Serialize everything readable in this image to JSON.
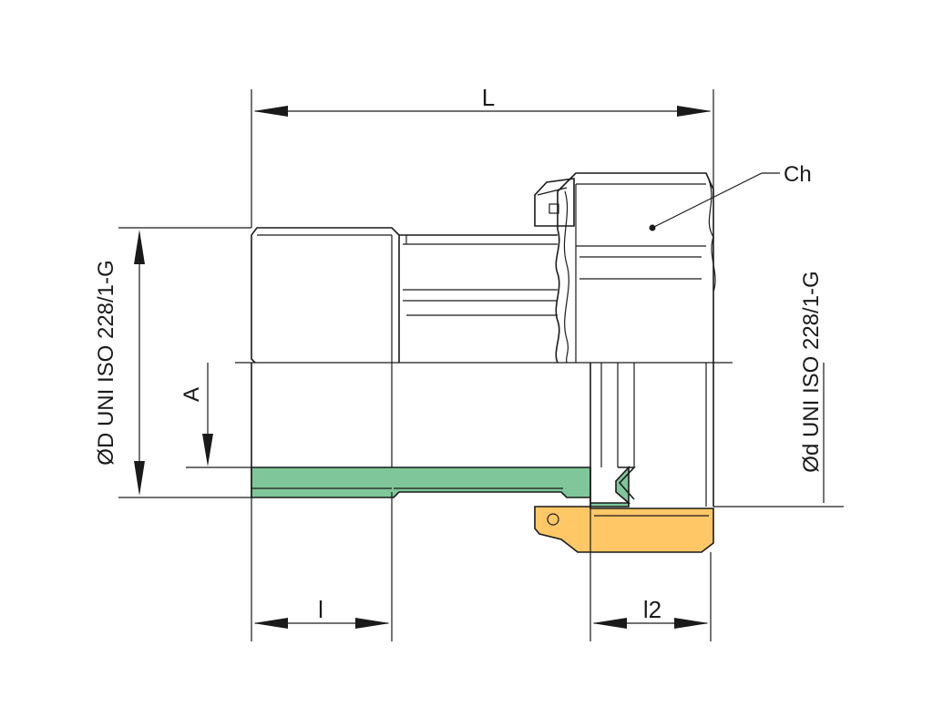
{
  "labels": {
    "L": "L",
    "Ch": "Ch",
    "D_thread": "ØD UNI ISO 228/1-G",
    "d_thread": "Ød UNI ISO 228/1-G",
    "A": "A",
    "l": "l",
    "l2": "l2"
  },
  "colors": {
    "seal_green": "#7fc79a",
    "gasket_orange": "#ffc766",
    "line": "#1a1a1a"
  }
}
